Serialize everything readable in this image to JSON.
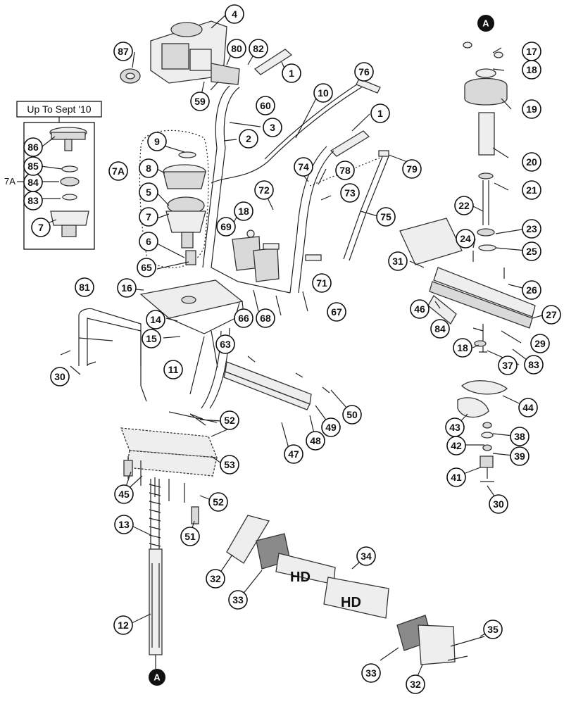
{
  "inset": {
    "title": "Up To Sept '10",
    "label": "7A"
  },
  "anchor_label": "A",
  "tine_text": "HD",
  "callouts": [
    "1",
    "2",
    "3",
    "4",
    "5",
    "6",
    "7",
    "8",
    "9",
    "10",
    "12",
    "13",
    "14",
    "15",
    "16",
    "17",
    "18",
    "19",
    "20",
    "21",
    "22",
    "23",
    "24",
    "25",
    "26",
    "27",
    "29",
    "30",
    "31",
    "32",
    "33",
    "34",
    "35",
    "37",
    "38",
    "39",
    "41",
    "42",
    "43",
    "44",
    "45",
    "46",
    "47",
    "48",
    "49",
    "50",
    "51",
    "52",
    "53",
    "59",
    "60",
    "63",
    "65",
    "66",
    "67",
    "68",
    "69",
    "71",
    "72",
    "73",
    "74",
    "75",
    "76",
    "78",
    "79",
    "80",
    "81",
    "82",
    "83",
    "84",
    "85",
    "86",
    "87",
    "7A",
    "11"
  ]
}
